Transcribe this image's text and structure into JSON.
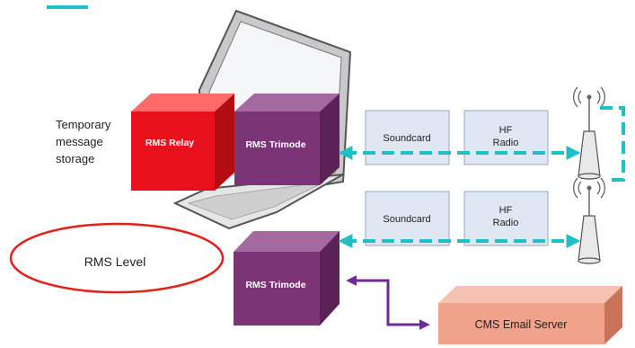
{
  "left_label": {
    "line1": "Temporary",
    "line2": "message",
    "line3": "storage"
  },
  "rms_relay": {
    "label": "RMS Relay"
  },
  "rms_trimode_top": {
    "label": "RMS Trimode"
  },
  "rms_trimode_bottom": {
    "label": "RMS Trimode"
  },
  "soundcard_top": {
    "label": "Soundcard"
  },
  "hf_radio_top": {
    "line1": "HF",
    "line2": "Radio"
  },
  "soundcard_bottom": {
    "label": "Soundcard"
  },
  "hf_radio_bottom": {
    "line1": "HF",
    "line2": "Radio"
  },
  "rms_level": {
    "label": "RMS Level"
  },
  "cms_server": {
    "label": "CMS Email Server"
  },
  "colors": {
    "accent_line": "#1fbfc6",
    "relay_red": "#e8101a",
    "trimode_purple": "#7b3576",
    "box_fill": "#dfe7f3",
    "cms_salmon": "#f0a28a",
    "ellipse_red": "#e32119",
    "purple_arrow": "#6b2c93"
  }
}
